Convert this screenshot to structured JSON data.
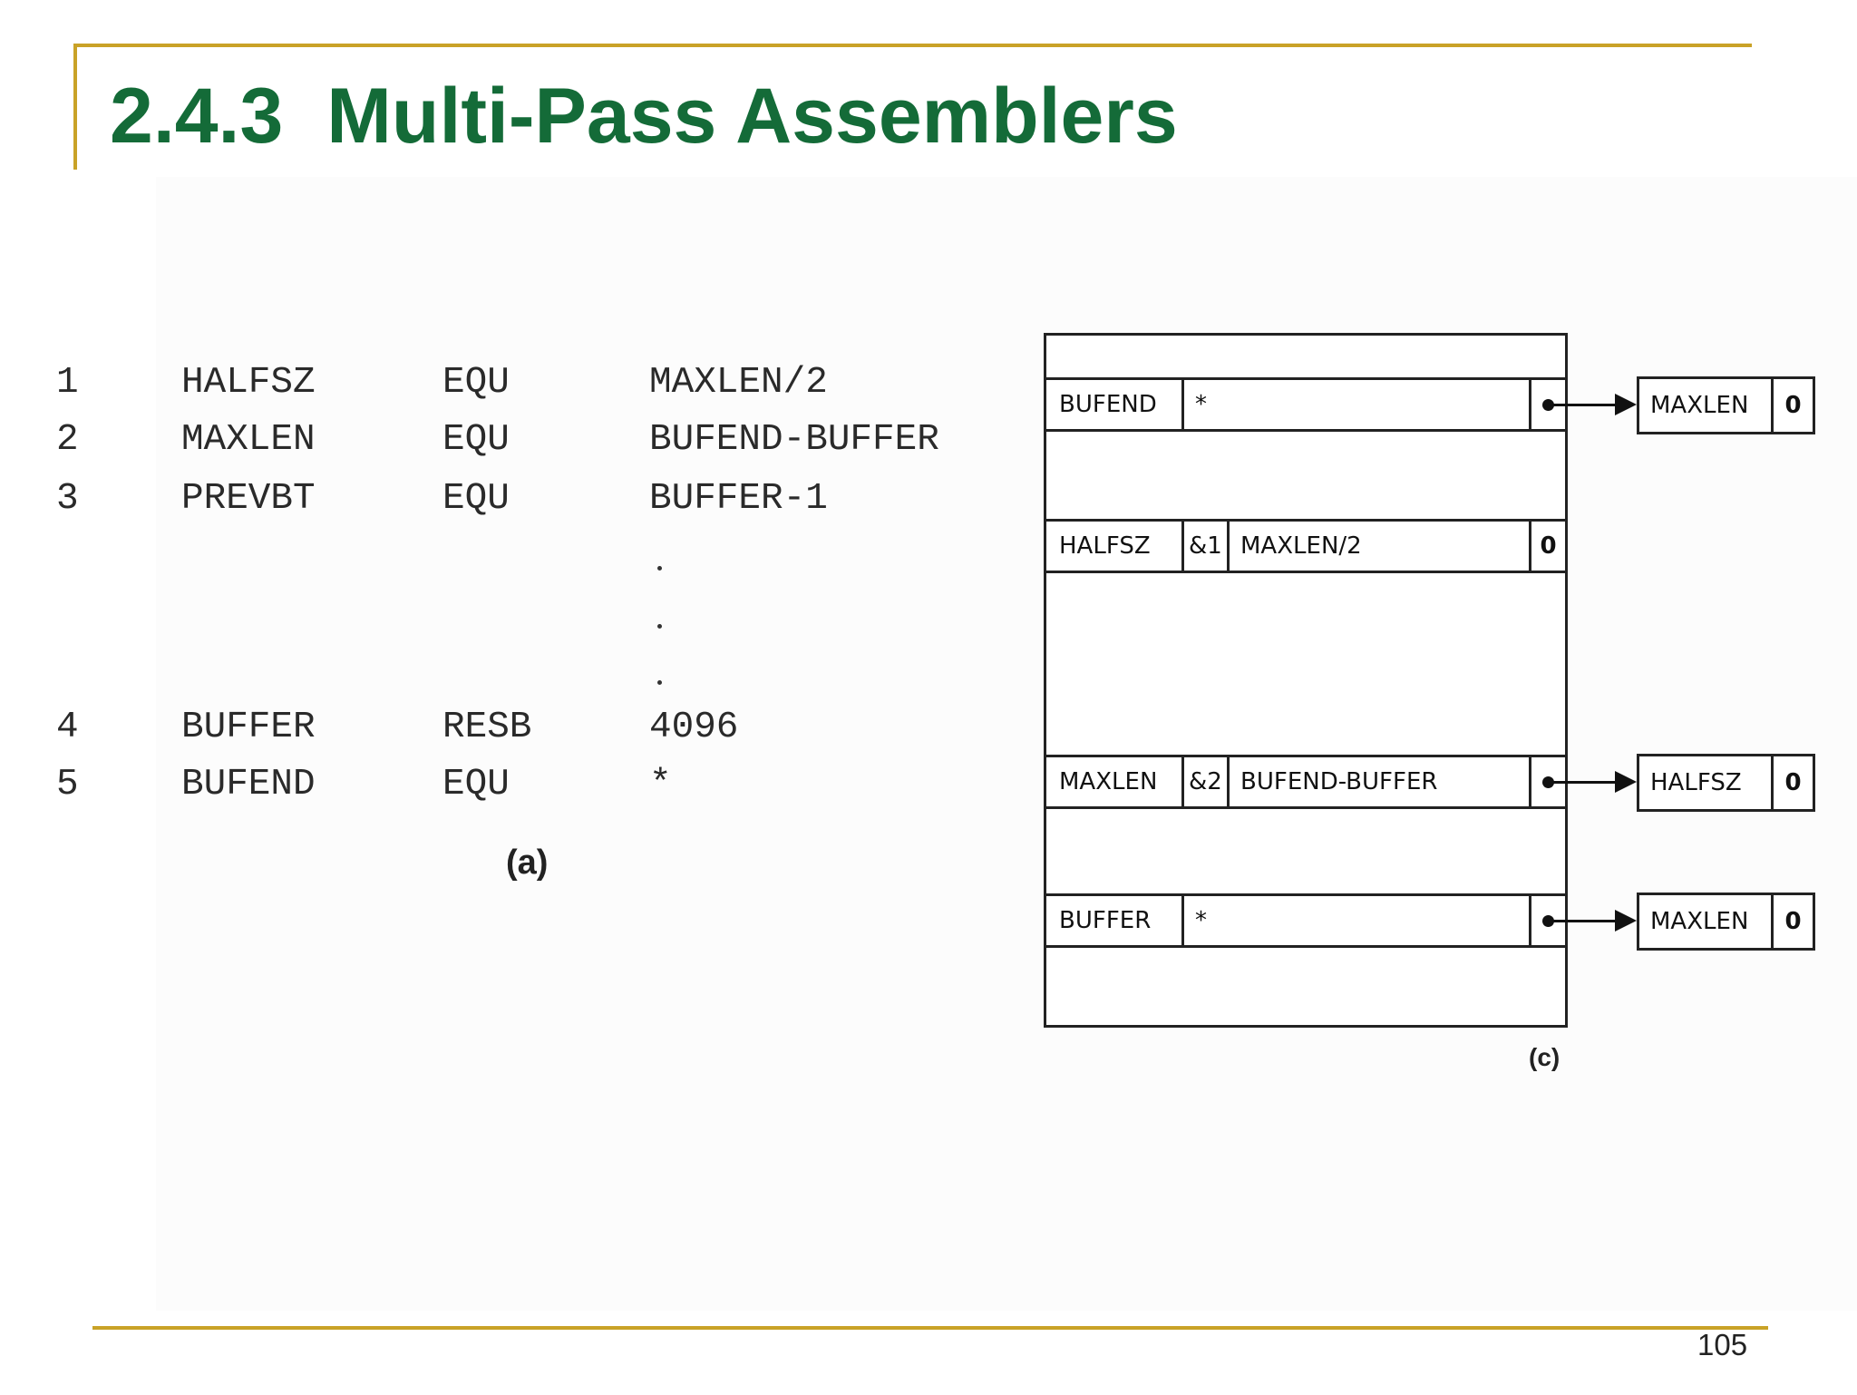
{
  "slide": {
    "title_number": "2.4.3",
    "title_text": "Multi-Pass Assemblers",
    "page_number": "105"
  },
  "source_listing": {
    "caption": "(a)",
    "lines": [
      {
        "num": "1",
        "label": "HALFSZ",
        "op": "EQU",
        "operand": "MAXLEN/2"
      },
      {
        "num": "2",
        "label": "MAXLEN",
        "op": "EQU",
        "operand": "BUFEND-BUFFER"
      },
      {
        "num": "3",
        "label": "PREVBT",
        "op": "EQU",
        "operand": "BUFFER-1"
      },
      {
        "num": "4",
        "label": "BUFFER",
        "op": "RESB",
        "operand": "4096"
      },
      {
        "num": "5",
        "label": "BUFEND",
        "op": "EQU",
        "operand": "*"
      }
    ]
  },
  "symbol_table": {
    "caption": "(c)",
    "entries": [
      {
        "symbol": "BUFEND",
        "value": "*",
        "pointer": true,
        "dependent": {
          "symbol": "MAXLEN",
          "value": "0"
        }
      },
      {
        "symbol": "HALFSZ",
        "flag": "&1",
        "expression": "MAXLEN/2",
        "end_value": "0"
      },
      {
        "symbol": "MAXLEN",
        "flag": "&2",
        "expression": "BUFEND-BUFFER",
        "pointer": true,
        "dependent": {
          "symbol": "HALFSZ",
          "value": "0"
        }
      },
      {
        "symbol": "BUFFER",
        "value": "*",
        "pointer": true,
        "dependent": {
          "symbol": "MAXLEN",
          "value": "0"
        }
      }
    ]
  },
  "colors": {
    "title": "#146b38",
    "rule": "#c9a227"
  }
}
